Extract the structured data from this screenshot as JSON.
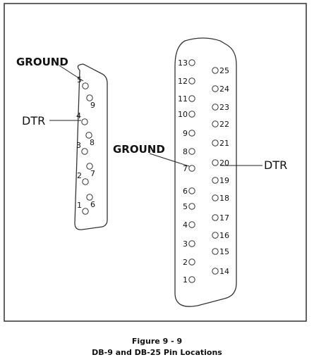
{
  "figure": {
    "caption_number": "Figure 9 - 9",
    "caption_title": "DB-9 and DB-25 Pin Locations"
  },
  "db9": {
    "callouts": {
      "ground": "GROUND",
      "dtr": "DTR"
    },
    "pins": [
      {
        "label": "5"
      },
      {
        "label": "9"
      },
      {
        "label": "4"
      },
      {
        "label": "8"
      },
      {
        "label": "3"
      },
      {
        "label": "7"
      },
      {
        "label": "2"
      },
      {
        "label": "6"
      },
      {
        "label": "1"
      }
    ]
  },
  "db25": {
    "callouts": {
      "ground": "GROUND",
      "dtr": "DTR"
    },
    "left_pins": [
      {
        "label": "13"
      },
      {
        "label": "12"
      },
      {
        "label": "11"
      },
      {
        "label": "10"
      },
      {
        "label": "9"
      },
      {
        "label": "8"
      },
      {
        "label": "7"
      },
      {
        "label": "6"
      },
      {
        "label": "5"
      },
      {
        "label": "4"
      },
      {
        "label": "3"
      },
      {
        "label": "2"
      },
      {
        "label": "1"
      }
    ],
    "right_pins": [
      {
        "label": "25"
      },
      {
        "label": "24"
      },
      {
        "label": "23"
      },
      {
        "label": "22"
      },
      {
        "label": "21"
      },
      {
        "label": "20"
      },
      {
        "label": "19"
      },
      {
        "label": "18"
      },
      {
        "label": "17"
      },
      {
        "label": "16"
      },
      {
        "label": "15"
      },
      {
        "label": "14"
      }
    ]
  }
}
